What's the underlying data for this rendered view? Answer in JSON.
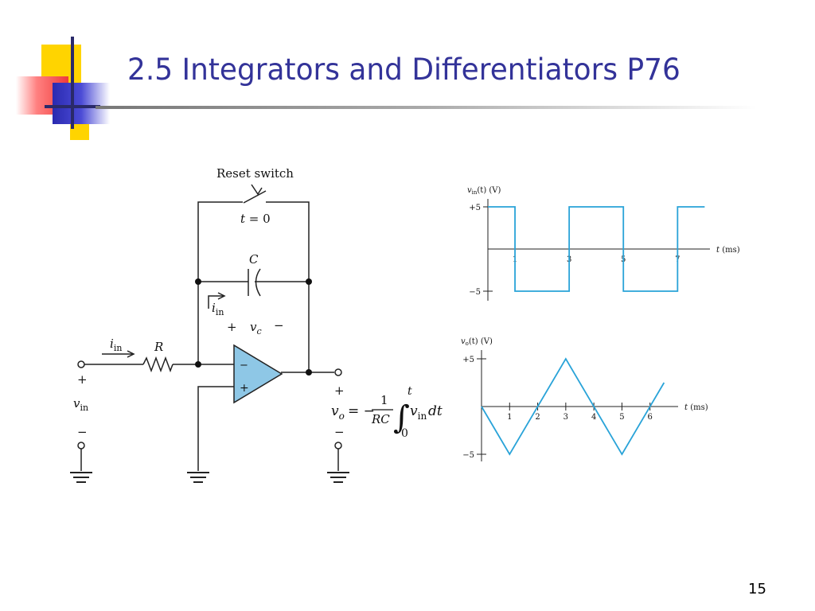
{
  "slide": {
    "title": "2.5 Integrators and Differentiators P76",
    "page_number": "15"
  },
  "circuit": {
    "reset_switch_label": "Reset switch",
    "switch_time_t": "t",
    "switch_time_rest": " = 0",
    "capacitor_label": "C",
    "resistor_label": "R",
    "iin_main": "i",
    "iin_sub": "in",
    "vc_main": "v",
    "vc_sub": "c",
    "vin_main": "v",
    "vin_sub": "in",
    "plus": "+",
    "minus": "−",
    "formula": {
      "vo_main": "v",
      "vo_sub": "o",
      "equals_minus": "= −",
      "numerator": "1",
      "denominator": "RC",
      "upper_limit": "t",
      "lower_limit": "0",
      "integrand_main": "v",
      "integrand_sub": "in",
      "differential": "dt"
    }
  },
  "chart_data": [
    {
      "type": "line",
      "ylabel_main": "v",
      "ylabel_sub": "in",
      "ylabel_rest": "(t) (V)",
      "xlabel": "t (ms)",
      "x_ticks": [
        1,
        3,
        5,
        7
      ],
      "y_ticks": [
        "+5",
        "−5"
      ],
      "xlim": [
        0,
        8.4
      ],
      "ylim": [
        -5,
        5
      ],
      "x": [
        0,
        1,
        1,
        3,
        3,
        5,
        5,
        7,
        7,
        8
      ],
      "y": [
        5,
        5,
        -5,
        -5,
        5,
        5,
        -5,
        -5,
        5,
        5
      ],
      "color": "#29a3d8"
    },
    {
      "type": "line",
      "ylabel_main": "v",
      "ylabel_sub": "o",
      "ylabel_rest": "(t) (V)",
      "xlabel": "t (ms)",
      "x_ticks": [
        1,
        2,
        3,
        4,
        5,
        6
      ],
      "y_ticks": [
        "+5",
        "−5"
      ],
      "xlim": [
        0,
        7
      ],
      "ylim": [
        -5,
        5
      ],
      "x": [
        0,
        1,
        3,
        5,
        6.5
      ],
      "y": [
        0,
        -5,
        5,
        -5,
        2.5
      ],
      "color": "#29a3d8"
    }
  ]
}
